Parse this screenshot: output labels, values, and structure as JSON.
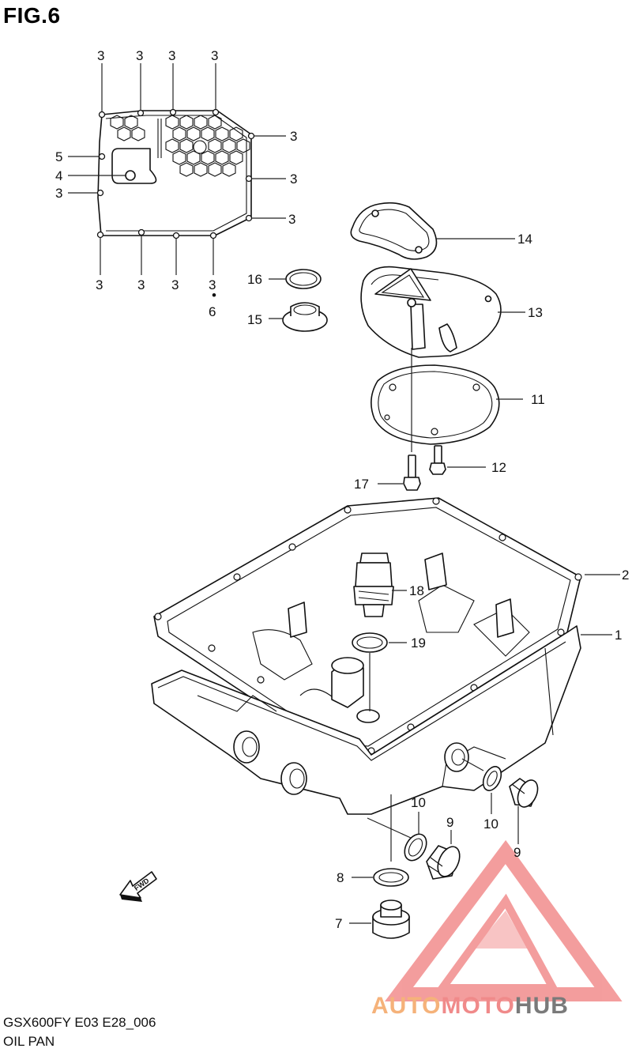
{
  "figure": {
    "title": "FIG.6",
    "model_code": "GSX600FY E03 E28_006",
    "caption": "OIL PAN"
  },
  "callouts": {
    "c3a": "3",
    "c3b": "3",
    "c3c": "3",
    "c3d": "3",
    "c3e": "3",
    "c3f": "3",
    "c3g": "3",
    "c3h": "3",
    "c3i": "3",
    "c3j": "3",
    "c3k": "3",
    "c3l": "3",
    "c4": "4",
    "c5": "5",
    "c6": "6",
    "c6dot": "•",
    "c14": "14",
    "c16": "16",
    "c15": "15",
    "c13": "13",
    "c11": "11",
    "c17": "17",
    "c12": "12",
    "c2": "2",
    "c18": "18",
    "c1": "1",
    "c19": "19",
    "c10a": "10",
    "c9a": "9",
    "c10b": "10",
    "c9b": "9",
    "c8": "8",
    "c7": "7"
  },
  "fwd_arrow": {
    "label": "FWD"
  },
  "watermark": {
    "part1": "AUTO",
    "part2": "MOTO",
    "part3": "HUB",
    "colors": {
      "triangle": "#f07d7d",
      "auto": "#f5b27a",
      "moto": "#f08a8a",
      "hub": "#7a7a7a"
    }
  }
}
